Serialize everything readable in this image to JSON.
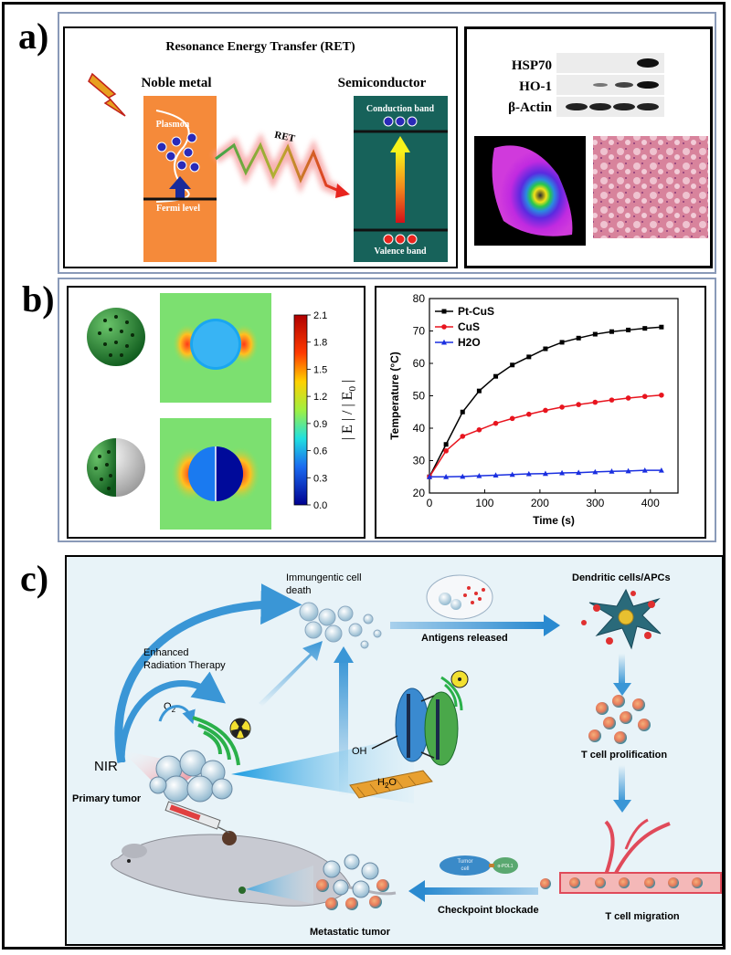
{
  "panels": {
    "a": {
      "label": "a)",
      "title": "Resonance Energy Transfer (RET)",
      "noble_metal": "Noble metal",
      "semiconductor": "Semiconductor",
      "plasmon": "Plasmon",
      "fermi_level": "Fermi level",
      "ret": "RET",
      "conduction_band": "Conduction  band",
      "valence_band": "Valence band",
      "blot_labels": [
        "HSP70",
        "HO-1",
        "β-Actin"
      ]
    },
    "b": {
      "label": "b)",
      "colorbar_label": "| E | / | E",
      "colorbar_sub": "0",
      "colorbar_ticks": [
        "2.1",
        "1.8",
        "1.5",
        "1.2",
        "0.9",
        "0.6",
        "0.3",
        "0.0"
      ]
    },
    "c": {
      "label": "c)",
      "immunogenic": [
        "Immungentic cell",
        "death"
      ],
      "antigens": "Antigens released",
      "dendritic": "Dendritic cells/APCs",
      "enhanced": [
        "Enhanced",
        "Radiation Therapy"
      ],
      "o2": "O",
      "o2_sub": "2",
      "nir": "NIR",
      "oh": "OH",
      "h2o2": "H",
      "h2o2_sub": "2",
      "h2o2_tail": "O",
      "primary_tumor": "Primary tumor",
      "t_prolif": "T cell prolification",
      "t_migration": "T cell migration",
      "checkpoint": "Checkpoint blockade",
      "metastatic": "Metastatic tumor",
      "tumor_cell": [
        "Tumor",
        "cell"
      ],
      "pdl1": "α-PDL1"
    }
  },
  "chart_data": {
    "type": "line",
    "xlabel": "Time (s)",
    "ylabel": "Temperature (°C)",
    "xlim": [
      0,
      450
    ],
    "ylim": [
      20,
      80
    ],
    "xticks": [
      0,
      100,
      200,
      300,
      400
    ],
    "yticks": [
      20,
      30,
      40,
      50,
      60,
      70,
      80
    ],
    "legend_position": "top-left",
    "series": [
      {
        "name": "Pt-CuS",
        "color": "#000000",
        "marker": "square",
        "x": [
          0,
          30,
          60,
          90,
          120,
          150,
          180,
          210,
          240,
          270,
          300,
          330,
          360,
          390,
          420
        ],
        "values": [
          25,
          35,
          45,
          51.5,
          56,
          59.5,
          62,
          64.5,
          66.5,
          67.8,
          69,
          69.8,
          70.3,
          70.8,
          71.2
        ]
      },
      {
        "name": "CuS",
        "color": "#e8141e",
        "marker": "circle",
        "x": [
          0,
          30,
          60,
          90,
          120,
          150,
          180,
          210,
          240,
          270,
          300,
          330,
          360,
          390,
          420
        ],
        "values": [
          25,
          33,
          37.5,
          39.5,
          41.5,
          43,
          44.3,
          45.5,
          46.5,
          47.3,
          48,
          48.7,
          49.3,
          49.8,
          50.2
        ]
      },
      {
        "name": "H2O",
        "color": "#1a2fe0",
        "marker": "triangle",
        "x": [
          0,
          30,
          60,
          90,
          120,
          150,
          180,
          210,
          240,
          270,
          300,
          330,
          360,
          390,
          420
        ],
        "values": [
          25,
          25,
          25.1,
          25.3,
          25.5,
          25.7,
          25.9,
          26,
          26.2,
          26.3,
          26.5,
          26.7,
          26.8,
          27,
          27
        ]
      }
    ]
  }
}
